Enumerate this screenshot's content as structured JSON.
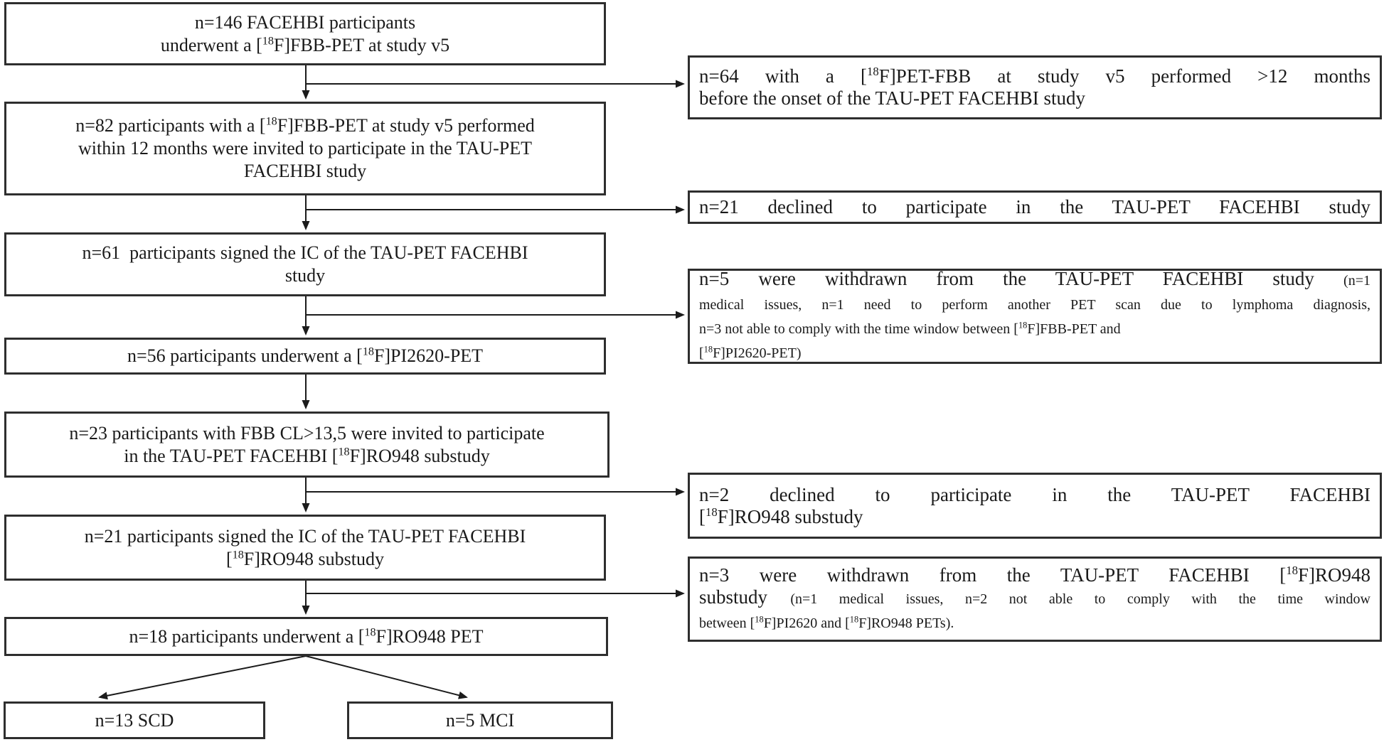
{
  "theme": {
    "ink": "#1a1a1a",
    "box_border": "#2e2e2e",
    "background": "#ffffff"
  },
  "flow": {
    "main_boxes": [
      {
        "label": "facehbi-v5-pet",
        "lines": [
          {
            "segments": [
              {
                "t": "n=146 FACEHBI participants"
              }
            ]
          },
          {
            "segments": [
              {
                "t": "underwent a [^18^F]FBB-PET at study v5"
              }
            ]
          }
        ]
      },
      {
        "label": "invited-taupet-study",
        "lines": [
          {
            "segments": [
              {
                "t": "n=82 participants with a [^18^F]FBB-PET at study v5 performed"
              }
            ]
          },
          {
            "segments": [
              {
                "t": "within 12 months were invited to participate in the TAU-PET"
              }
            ]
          },
          {
            "segments": [
              {
                "t": "FACEHBI study"
              }
            ]
          }
        ]
      },
      {
        "label": "signed-ic-taupet",
        "lines": [
          {
            "segments": [
              {
                "t": "n=61  participants signed the IC of the TAU-PET FACEHBI"
              }
            ]
          },
          {
            "segments": [
              {
                "t": "study"
              }
            ]
          }
        ]
      },
      {
        "label": "pi2620-pet",
        "lines": [
          {
            "segments": [
              {
                "t": "n=56 participants underwent a [^18^F]PI2620-PET"
              }
            ]
          }
        ]
      },
      {
        "label": "invited-ro948-substudy",
        "lines": [
          {
            "segments": [
              {
                "t": "n=23 participants with FBB CL>13,5 were invited to participate"
              }
            ]
          },
          {
            "segments": [
              {
                "t": "in the TAU-PET FACEHBI [^18^F]RO948 substudy"
              }
            ]
          }
        ]
      },
      {
        "label": "signed-ic-ro948-substudy",
        "lines": [
          {
            "segments": [
              {
                "t": "n=21 participants signed the IC of the TAU-PET FACEHBI"
              }
            ]
          },
          {
            "segments": [
              {
                "t": "[^18^F]RO948 substudy"
              }
            ]
          }
        ]
      },
      {
        "label": "ro948-pet",
        "lines": [
          {
            "segments": [
              {
                "t": "n=18 participants underwent a [^18^F]RO948 PET"
              }
            ]
          }
        ]
      }
    ],
    "exclusion_boxes": [
      {
        "label": "excluded-gt-12-months",
        "lines": [
          {
            "fill": true,
            "segments": [
              {
                "t": "n=64 with a [^18^F]PET-FBB at study v5 performed >12 months"
              }
            ]
          },
          {
            "segments": [
              {
                "t": "before the onset of the TAU-PET FACEHBI study"
              }
            ]
          }
        ]
      },
      {
        "label": "declined-taupet-study",
        "lines": [
          {
            "fill": true,
            "segments": [
              {
                "t": "n=21 declined to participate in the TAU-PET FACEHBI study"
              }
            ]
          }
        ]
      },
      {
        "label": "withdrawn-taupet-study",
        "lines": [
          {
            "fill": true,
            "segments": [
              {
                "t": "n=5 were withdrawn from the TAU-PET FACEHBI study "
              },
              {
                "small": true,
                "t": "(n=1"
              }
            ]
          },
          {
            "fill": true,
            "segments": [
              {
                "small": true,
                "t": "medical issues, n=1 need to perform another PET scan due to lymphoma diagnosis,"
              }
            ]
          },
          {
            "segments": [
              {
                "small": true,
                "t": "n=3 not able to comply with the time window between [^18^F]FBB-PET and"
              }
            ]
          },
          {
            "segments": [
              {
                "small": true,
                "t": "[^18^F]PI2620-PET)"
              }
            ]
          }
        ]
      },
      {
        "label": "declined-ro948-substudy",
        "lines": [
          {
            "fill": true,
            "segments": [
              {
                "t": "n=2 declined to participate in the TAU-PET FACEHBI"
              }
            ]
          },
          {
            "segments": [
              {
                "t": "[^18^F]RO948 substudy"
              }
            ]
          }
        ]
      },
      {
        "label": "withdrawn-ro948-substudy",
        "lines": [
          {
            "fill": true,
            "segments": [
              {
                "t": "n=3 were withdrawn from the TAU-PET FACEHBI [^18^F]RO948"
              }
            ]
          },
          {
            "fill": true,
            "segments": [
              {
                "t": "substudy "
              },
              {
                "small": true,
                "t": "(n=1 medical issues, n=2 not able to comply with the time window"
              }
            ]
          },
          {
            "segments": [
              {
                "small": true,
                "t": "between [^18^F]PI2620 and [^18^F]RO948 PETs)."
              }
            ]
          }
        ]
      },
      {
        "label": "scd-outcome",
        "lines": [
          {
            "segments": [
              {
                "t": "n=13 SCD"
              }
            ]
          }
        ]
      },
      {
        "label": "mci-outcome",
        "lines": [
          {
            "segments": [
              {
                "t": "n=5 MCI"
              }
            ]
          }
        ]
      }
    ]
  }
}
